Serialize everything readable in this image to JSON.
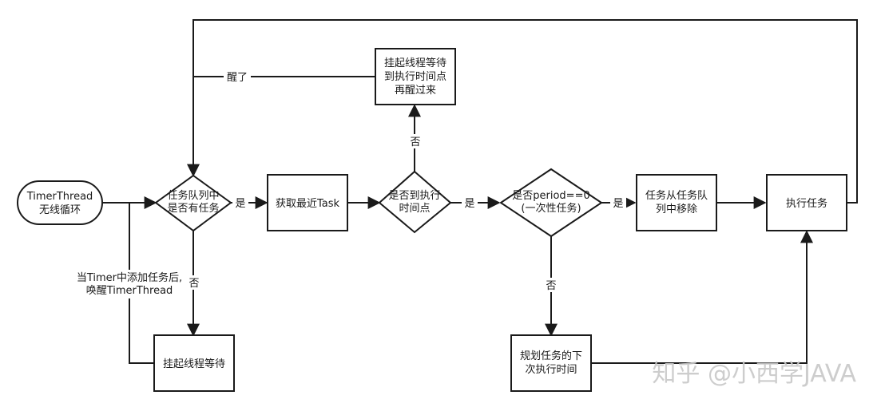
{
  "nodes": {
    "start": [
      "TimerThread",
      "无线循环"
    ],
    "queue_check": [
      "任务队列中",
      "是否有任务"
    ],
    "get_task": [
      "获取最近Task"
    ],
    "time_check": [
      "是否到执行",
      "时间点"
    ],
    "suspend_wait": [
      "挂起线程等待",
      "到执行时间点",
      "再醒过来"
    ],
    "period_check": [
      "是否period==0",
      "(一次性任务)"
    ],
    "remove_task": [
      "任务从任务队",
      "列中移除"
    ],
    "execute": [
      "执行任务"
    ],
    "suspend": [
      "挂起线程等待"
    ],
    "schedule_next": [
      "规划任务的下",
      "次执行时间"
    ]
  },
  "labels": {
    "yes": "是",
    "no": "否",
    "woke": "醒了",
    "add_task_wake": [
      "当Timer中添加任务后,",
      "唤醒TimerThread"
    ]
  },
  "watermark": "知乎 @小西学JAVA",
  "colors": {
    "stroke": "#1a1a1a",
    "fill": "#ffffff",
    "watermark": "#c8c8c8"
  }
}
